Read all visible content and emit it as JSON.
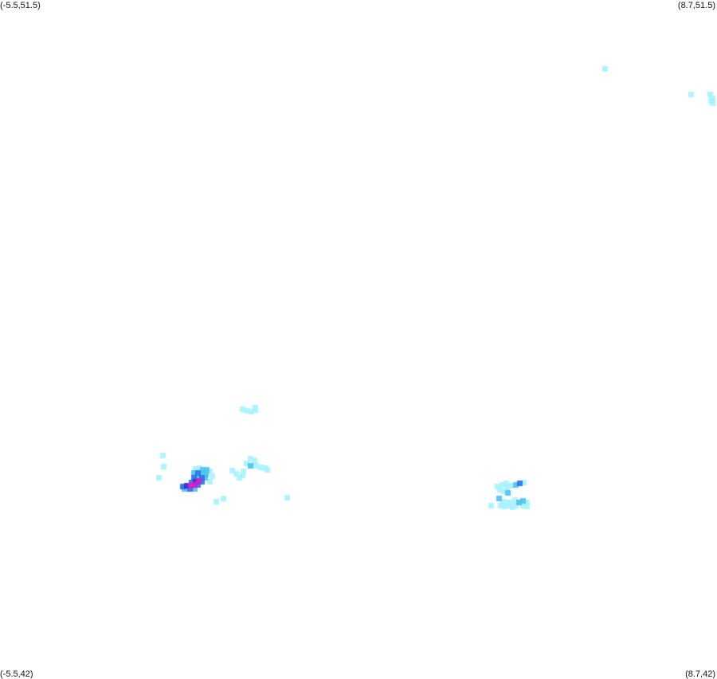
{
  "map": {
    "bounds": {
      "lon_min": -5.5,
      "lon_max": 8.7,
      "lat_min": 42,
      "lat_max": 51.5
    },
    "corner_labels": {
      "top_left": "(-5.5,51.5)",
      "top_right": "(8.7,51.5)",
      "bottom_left": "(-5.5,42)",
      "bottom_right": "(8.7,42)"
    },
    "colors": {
      "low": "#a8f2ff",
      "mid": "#4cc4f2",
      "high": "#2a72ea",
      "very_high": "#3c28d2",
      "peak": "#d21ec8"
    },
    "cells": [
      {
        "lon": 6.48,
        "lat": 50.54,
        "level": "low"
      },
      {
        "lon": 8.18,
        "lat": 50.18,
        "level": "low"
      },
      {
        "lon": 8.56,
        "lat": 50.18,
        "level": "low"
      },
      {
        "lon": 8.62,
        "lat": 50.12,
        "level": "low"
      },
      {
        "lon": 8.58,
        "lat": 50.09,
        "level": "low"
      },
      {
        "lon": 8.62,
        "lat": 50.06,
        "level": "low"
      },
      {
        "lon": -0.7,
        "lat": 45.77,
        "level": "low"
      },
      {
        "lon": -0.62,
        "lat": 45.75,
        "level": "low"
      },
      {
        "lon": -0.52,
        "lat": 45.74,
        "level": "low"
      },
      {
        "lon": -0.45,
        "lat": 45.76,
        "level": "low"
      },
      {
        "lon": -0.44,
        "lat": 45.8,
        "level": "low"
      },
      {
        "lon": -2.28,
        "lat": 45.13,
        "level": "low"
      },
      {
        "lon": -2.26,
        "lat": 44.97,
        "level": "low"
      },
      {
        "lon": -2.35,
        "lat": 44.81,
        "level": "low"
      },
      {
        "lon": -1.35,
        "lat": 44.76,
        "level": "low"
      },
      {
        "lon": -1.08,
        "lat": 44.52,
        "level": "low"
      },
      {
        "lon": -1.22,
        "lat": 44.48,
        "level": "low"
      },
      {
        "lon": 0.18,
        "lat": 44.54,
        "level": "low"
      },
      {
        "lon": -0.61,
        "lat": 45.02,
        "level": "low"
      },
      {
        "lon": -0.54,
        "lat": 45.08,
        "level": "low"
      },
      {
        "lon": -0.46,
        "lat": 45.06,
        "level": "low"
      },
      {
        "lon": -0.42,
        "lat": 44.98,
        "level": "low"
      },
      {
        "lon": -0.34,
        "lat": 44.96,
        "level": "low"
      },
      {
        "lon": -0.26,
        "lat": 44.95,
        "level": "low"
      },
      {
        "lon": -0.2,
        "lat": 44.93,
        "level": "low"
      },
      {
        "lon": -0.54,
        "lat": 44.98,
        "level": "mid"
      },
      {
        "lon": -0.68,
        "lat": 44.91,
        "level": "low"
      },
      {
        "lon": -0.9,
        "lat": 44.92,
        "level": "low"
      },
      {
        "lon": -0.82,
        "lat": 44.87,
        "level": "low"
      },
      {
        "lon": -0.7,
        "lat": 44.85,
        "level": "low"
      },
      {
        "lon": -0.76,
        "lat": 44.81,
        "level": "low"
      },
      {
        "lon": -1.62,
        "lat": 44.94,
        "level": "low"
      },
      {
        "lon": -1.54,
        "lat": 44.95,
        "level": "low"
      },
      {
        "lon": -1.48,
        "lat": 44.93,
        "level": "mid"
      },
      {
        "lon": -1.4,
        "lat": 44.93,
        "level": "mid"
      },
      {
        "lon": -1.34,
        "lat": 44.91,
        "level": "low"
      },
      {
        "lon": -1.66,
        "lat": 44.88,
        "level": "mid"
      },
      {
        "lon": -1.58,
        "lat": 44.88,
        "level": "high"
      },
      {
        "lon": -1.5,
        "lat": 44.88,
        "level": "mid"
      },
      {
        "lon": -1.42,
        "lat": 44.86,
        "level": "mid"
      },
      {
        "lon": -1.3,
        "lat": 44.84,
        "level": "low"
      },
      {
        "lon": -1.66,
        "lat": 44.81,
        "level": "high"
      },
      {
        "lon": -1.58,
        "lat": 44.82,
        "level": "mid"
      },
      {
        "lon": -1.5,
        "lat": 44.82,
        "level": "high"
      },
      {
        "lon": -1.44,
        "lat": 44.81,
        "level": "mid"
      },
      {
        "lon": -1.7,
        "lat": 44.75,
        "level": "high"
      },
      {
        "lon": -1.62,
        "lat": 44.76,
        "level": "very_high"
      },
      {
        "lon": -1.56,
        "lat": 44.77,
        "level": "peak"
      },
      {
        "lon": -1.5,
        "lat": 44.76,
        "level": "high"
      },
      {
        "lon": -1.8,
        "lat": 44.7,
        "level": "very_high"
      },
      {
        "lon": -1.72,
        "lat": 44.7,
        "level": "peak"
      },
      {
        "lon": -1.64,
        "lat": 44.71,
        "level": "peak"
      },
      {
        "lon": -1.58,
        "lat": 44.72,
        "level": "high"
      },
      {
        "lon": -1.88,
        "lat": 44.69,
        "level": "high"
      },
      {
        "lon": -1.74,
        "lat": 44.66,
        "level": "high"
      },
      {
        "lon": -1.64,
        "lat": 44.66,
        "level": "mid"
      },
      {
        "lon": -1.84,
        "lat": 44.66,
        "level": "mid"
      },
      {
        "lon": 4.36,
        "lat": 44.69,
        "level": "low"
      },
      {
        "lon": 4.44,
        "lat": 44.72,
        "level": "low"
      },
      {
        "lon": 4.52,
        "lat": 44.74,
        "level": "low"
      },
      {
        "lon": 4.54,
        "lat": 44.68,
        "level": "low"
      },
      {
        "lon": 4.62,
        "lat": 44.7,
        "level": "low"
      },
      {
        "lon": 4.72,
        "lat": 44.72,
        "level": "mid"
      },
      {
        "lon": 4.8,
        "lat": 44.74,
        "level": "high"
      },
      {
        "lon": 4.88,
        "lat": 44.75,
        "level": "low"
      },
      {
        "lon": 4.4,
        "lat": 44.65,
        "level": "low"
      },
      {
        "lon": 4.48,
        "lat": 44.63,
        "level": "low"
      },
      {
        "lon": 4.56,
        "lat": 44.6,
        "level": "mid"
      },
      {
        "lon": 4.38,
        "lat": 44.52,
        "level": "mid"
      },
      {
        "lon": 4.46,
        "lat": 44.48,
        "level": "low"
      },
      {
        "lon": 4.54,
        "lat": 44.47,
        "level": "low"
      },
      {
        "lon": 4.62,
        "lat": 44.47,
        "level": "low"
      },
      {
        "lon": 4.7,
        "lat": 44.5,
        "level": "low"
      },
      {
        "lon": 4.78,
        "lat": 44.47,
        "level": "mid"
      },
      {
        "lon": 4.86,
        "lat": 44.49,
        "level": "mid"
      },
      {
        "lon": 4.93,
        "lat": 44.47,
        "level": "low"
      },
      {
        "lon": 4.42,
        "lat": 44.43,
        "level": "low"
      },
      {
        "lon": 4.5,
        "lat": 44.41,
        "level": "low"
      },
      {
        "lon": 4.58,
        "lat": 44.42,
        "level": "low"
      },
      {
        "lon": 4.66,
        "lat": 44.4,
        "level": "low"
      },
      {
        "lon": 4.72,
        "lat": 44.43,
        "level": "low"
      },
      {
        "lon": 4.86,
        "lat": 44.42,
        "level": "low"
      },
      {
        "lon": 4.94,
        "lat": 44.41,
        "level": "low"
      },
      {
        "lon": 4.22,
        "lat": 44.43,
        "level": "low"
      }
    ]
  }
}
